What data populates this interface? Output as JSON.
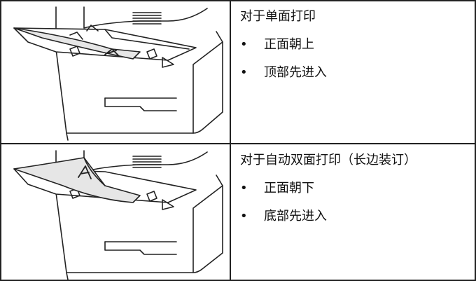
{
  "rows": [
    {
      "illustration_icon": "printer-mp-tray-face-up-icon",
      "heading": "对于单面打印",
      "bullets": [
        "正面朝上",
        "顶部先进入"
      ]
    },
    {
      "illustration_icon": "printer-mp-tray-face-down-icon",
      "heading": "对于自动双面打印（长边装订）",
      "bullets": [
        "正面朝下",
        "底部先进入"
      ]
    }
  ],
  "paper_letter": "A",
  "bullet_char": "•",
  "colors": {
    "line": "#222222",
    "paper": "#ffffff",
    "shade": "#e6e6e6",
    "text": "#111111"
  }
}
